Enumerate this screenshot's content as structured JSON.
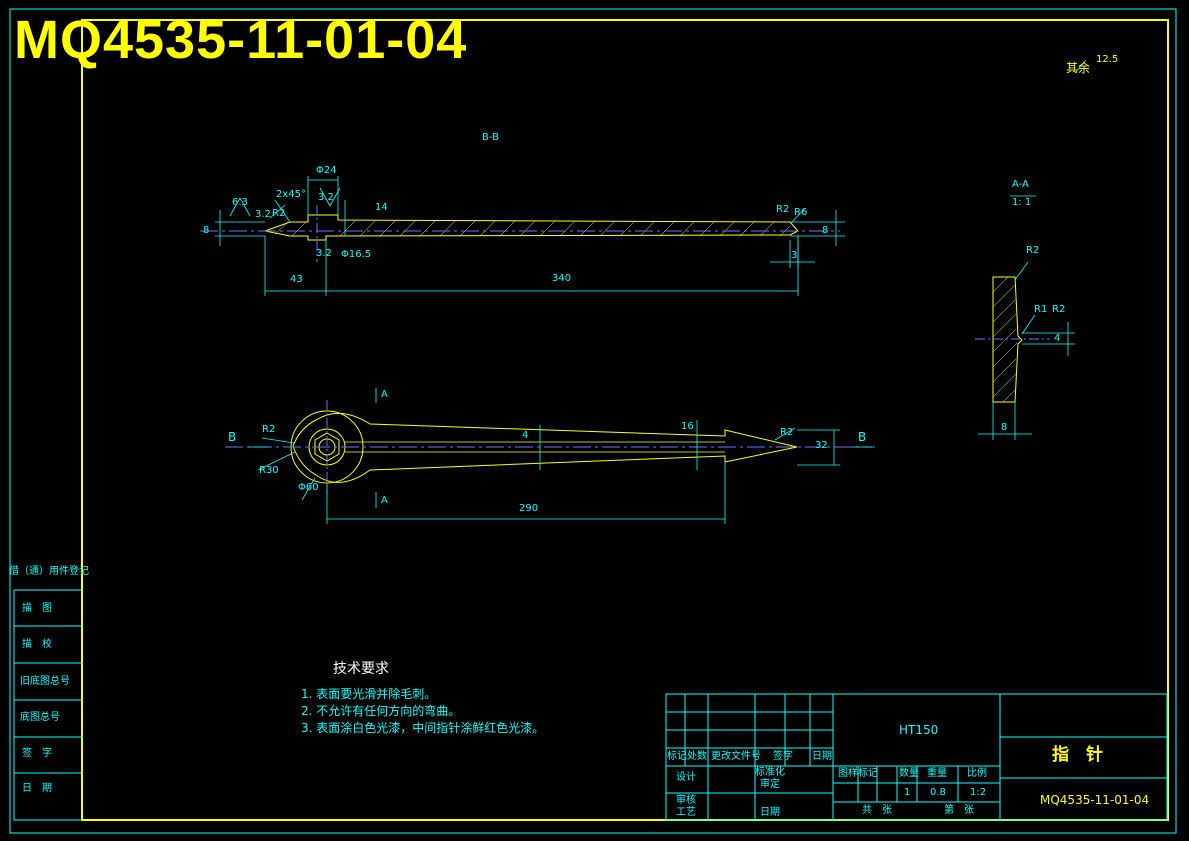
{
  "drawing": {
    "number_large": "MQ4535-11-01-04",
    "roughness_note": "其余",
    "roughness_value": "12.5",
    "section_bb": "B-B",
    "section_aa": "A-A",
    "section_aa_scale": "1: 1",
    "dims": {
      "phi24": "Φ24",
      "chamfer": "2x45°",
      "ra63": "6.3",
      "ra32_top": "3.2",
      "ra32_left": "3.2",
      "r2_left": "R2",
      "r2_right": "R2",
      "r6": "R6",
      "h14": "14",
      "h8_left": "8",
      "h8_right": "8",
      "w3": "3",
      "ra32_bottom": "3.2",
      "phi165": "Φ16.5",
      "len43": "43",
      "len340": "340",
      "r2_aa": "R2",
      "r1_aa": "R1",
      "r2_aa2": "R2",
      "d4_aa": "4",
      "w8_aa": "8",
      "b_left": "B",
      "b_right": "B",
      "a_top": "A",
      "a_bottom": "A",
      "r2_plan": "R2",
      "r30": "R30",
      "phi60": "Φ60",
      "d4_plan": "4",
      "d16_plan": "16",
      "r2_tip": "R2",
      "d32": "32",
      "len290": "290"
    }
  },
  "tech_requirements": {
    "title": "技术要求",
    "items": [
      "1. 表面要光滑并除毛刺。",
      "2. 不允许有任何方向的弯曲。",
      "3. 表面涂白色光漆，中间指针涂鲜红色光漆。"
    ]
  },
  "side_panel": {
    "header": "借（通）用件登记",
    "rows": [
      "描　图",
      "描　校",
      "旧底图总号",
      "底图总号",
      "签　字",
      "日　期"
    ]
  },
  "title_block": {
    "material": "HT150",
    "part_name": "指　针",
    "drawing_no": "MQ4535-11-01-04",
    "rev_headers": [
      "标记",
      "处数",
      "更改文件号",
      "签字",
      "日期"
    ],
    "design": "设计",
    "standardization": "标准化",
    "review": "审核",
    "approve": "审定",
    "process": "工艺",
    "date": "日期",
    "stage_label": "图样标记",
    "qty_label": "数量",
    "weight_label": "重量",
    "scale_label": "比例",
    "qty": "1",
    "weight": "0.8",
    "scale": "1:2",
    "total_label": "共　张",
    "sheet_label": "第　张"
  }
}
